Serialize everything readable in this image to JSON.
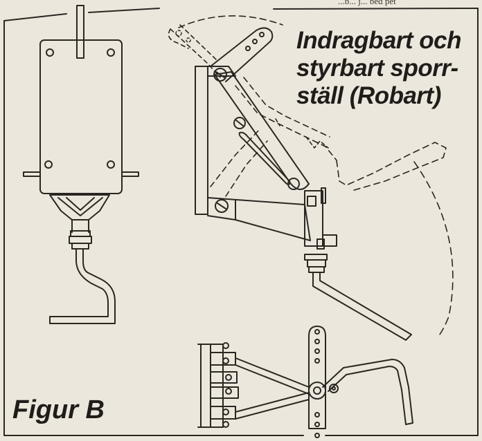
{
  "diagram": {
    "title_lines": [
      "Indragbart och",
      "styrbart sporr-",
      "ställ (Robart)"
    ],
    "caption": "Figur B",
    "top_fragment": "...b... j... bed pet"
  },
  "colors": {
    "paper": "#ece7dc",
    "ink": "#2a2622"
  }
}
